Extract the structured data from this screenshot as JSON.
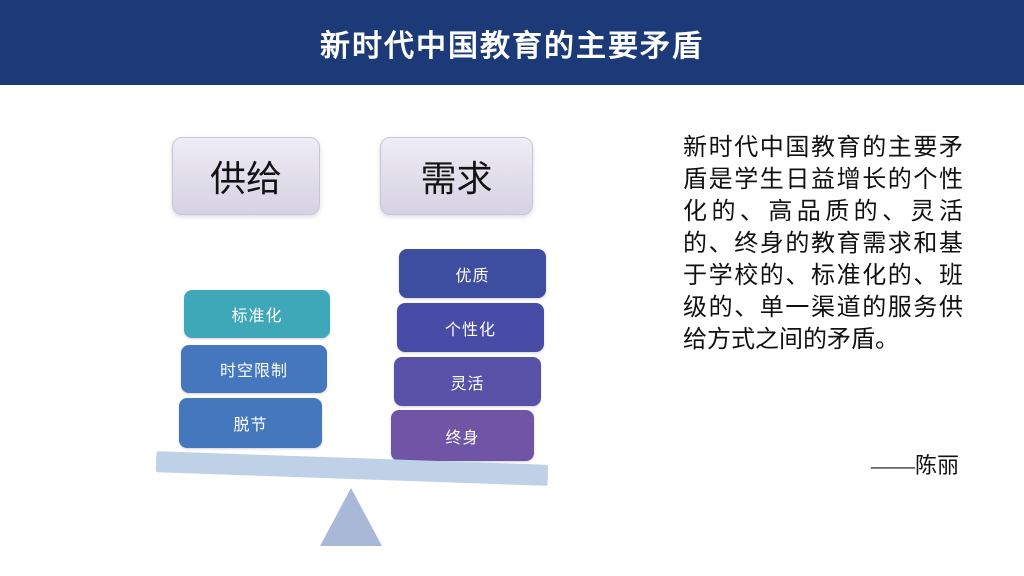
{
  "colors": {
    "banner_bg": "#1d3a78",
    "beam": "#bed1e6",
    "fulcrum": "#aab8d8"
  },
  "header": {
    "title": "新时代中国教育的主要矛盾"
  },
  "balance": {
    "supply_label": "供给",
    "demand_label": "需求",
    "supply_items": [
      {
        "label": "标准化",
        "color": "#3ea8b8"
      },
      {
        "label": "时空限制",
        "color": "#4477bd"
      },
      {
        "label": "脱节",
        "color": "#4577bd"
      }
    ],
    "demand_items": [
      {
        "label": "优质",
        "color": "#3d4d9f"
      },
      {
        "label": "个性化",
        "color": "#494ca6"
      },
      {
        "label": "灵活",
        "color": "#5951a8"
      },
      {
        "label": "终身",
        "color": "#7055a6"
      }
    ]
  },
  "sidebar_text": {
    "paragraph": "新时代中国教育的主要矛盾是学生日益增长的个性化的、高品质的、灵活的、终身的教育需求和基于学校的、标准化的、班级的、单一渠道的服务供给方式之间的矛盾。",
    "attribution": "——陈丽"
  }
}
